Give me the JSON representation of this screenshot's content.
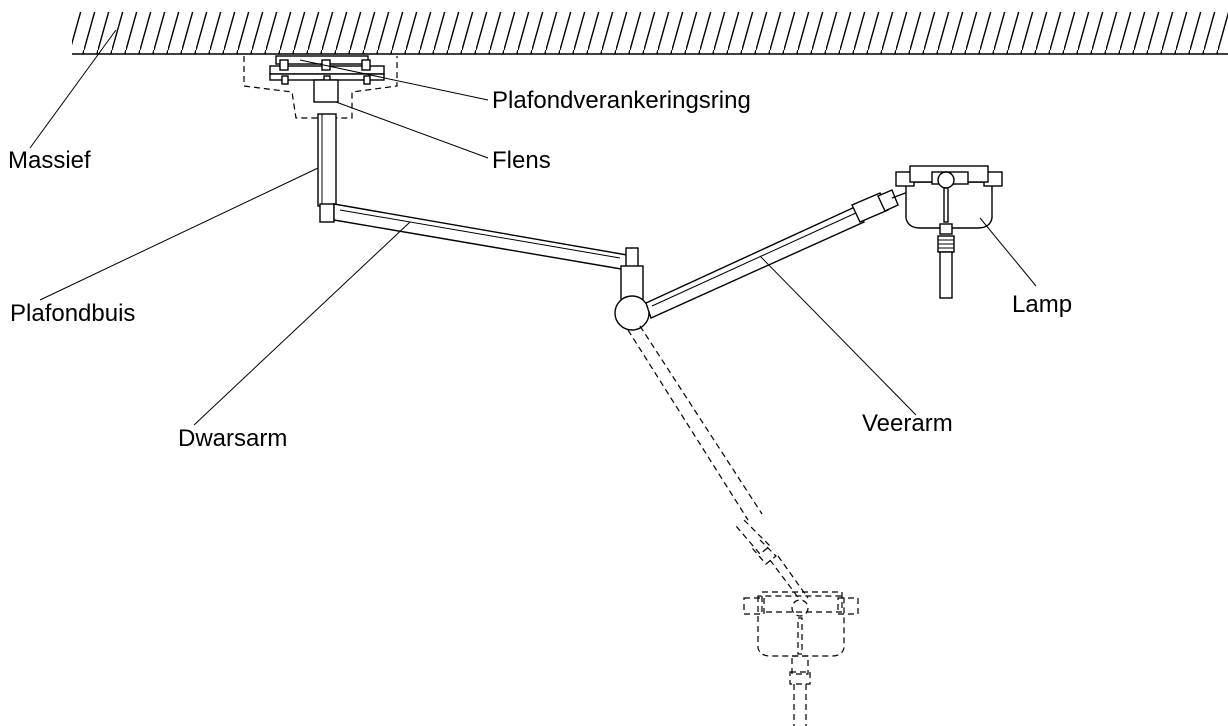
{
  "labels": {
    "massief": "Massief",
    "plafondverankeringsring": "Plafondverankeringsring",
    "flens": "Flens",
    "plafondbuis": "Plafondbuis",
    "dwarsarm": "Dwarsarm",
    "veerarm": "Veerarm",
    "lamp": "Lamp"
  }
}
